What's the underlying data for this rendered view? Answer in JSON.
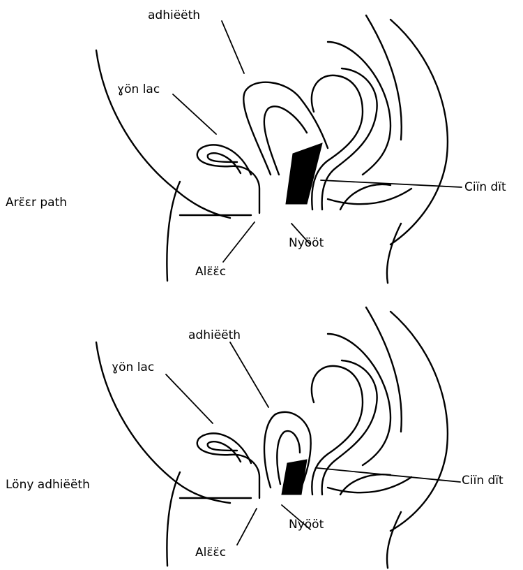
{
  "panels": [
    {
      "title": "Arɛ̈ɛr path",
      "labels": {
        "uterus": "adhiëëth",
        "bladder": "ɣön lac",
        "rectum": "Ciïn dït",
        "urethra": "Alɛ̈ɛ̈c",
        "vagina": "Nyööt"
      }
    },
    {
      "title": "Löny adhiëëth",
      "labels": {
        "uterus": "adhiëëth",
        "bladder": "ɣön lac",
        "rectum": "Ciïn dït",
        "urethra": "Alɛ̈ɛ̈c",
        "vagina": "Nyööt"
      }
    }
  ],
  "colors": {
    "ink": "#000000",
    "background": "#ffffff"
  }
}
